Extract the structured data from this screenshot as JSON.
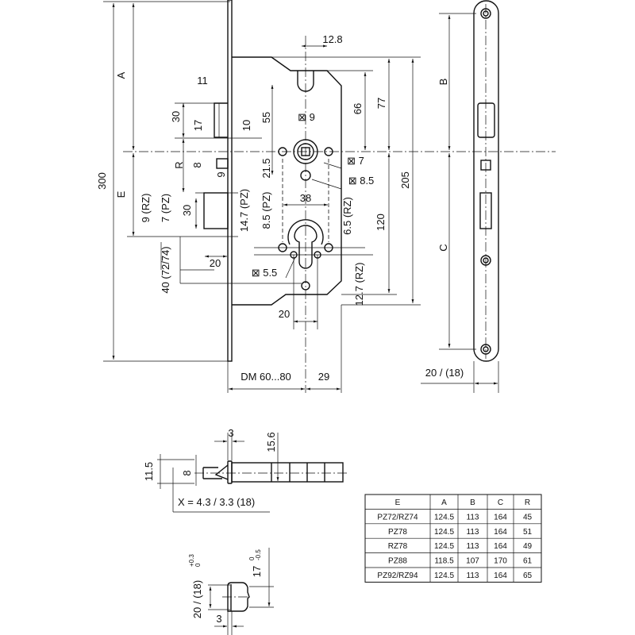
{
  "main_view": {
    "dim_300": "300",
    "dim_A": "A",
    "dim_E": "E",
    "dim_11": "11",
    "dim_30a": "30",
    "dim_17": "17",
    "dim_10": "10",
    "dim_55": "55",
    "dim_R": "R",
    "dim_8": "8",
    "dim_9": "9",
    "dim_30b": "30",
    "dim_9rz": "9 (RZ)",
    "dim_7pz": "7 (PZ)",
    "dim_14_7pz": "14.7 (PZ)",
    "dim_8_5pz": "8.5 (PZ)",
    "dim_40": "40 (72/74)",
    "dim_20a": "20",
    "dim_d5_5": "⊠ 5.5",
    "dim_20b": "20",
    "dim_d9": "⊠ 9",
    "dim_21_5": "21.5",
    "dim_38": "38",
    "dim_d7": "⊠ 7",
    "dim_d8_5": "⊠ 8.5",
    "dim_6_5rz": "6.5 (RZ)",
    "dim_120": "120",
    "dim_12_7rz": "12.7 (RZ)",
    "dim_66": "66",
    "dim_77": "77",
    "dim_205": "205",
    "dim_12_8": "12.8",
    "dim_DM": "DM 60...80",
    "dim_29": "29"
  },
  "front_view": {
    "dim_B": "B",
    "dim_C": "C",
    "dim_width": "20 / (18)"
  },
  "latch_view": {
    "dim_3": "3",
    "dim_15_6": "15.6",
    "dim_11_5": "11.5",
    "dim_8": "8",
    "note_X": "X = 4.3 / 3.3 (18)"
  },
  "section_view": {
    "dim_20_18": "20 / (18)",
    "tol_20_upper": "+0.3",
    "tol_20_lower": "0",
    "dim_17": "17",
    "tol_17_upper": "0",
    "tol_17_lower": "-0.5",
    "dim_3": "3"
  },
  "table": {
    "headers": [
      "E",
      "A",
      "B",
      "C",
      "R"
    ],
    "rows": [
      [
        "PZ72/RZ74",
        "124.5",
        "113",
        "164",
        "45"
      ],
      [
        "PZ78",
        "124.5",
        "113",
        "164",
        "51"
      ],
      [
        "RZ78",
        "124.5",
        "113",
        "164",
        "49"
      ],
      [
        "PZ88",
        "118.5",
        "107",
        "170",
        "61"
      ],
      [
        "PZ92/RZ94",
        "124.5",
        "113",
        "164",
        "65"
      ]
    ]
  }
}
